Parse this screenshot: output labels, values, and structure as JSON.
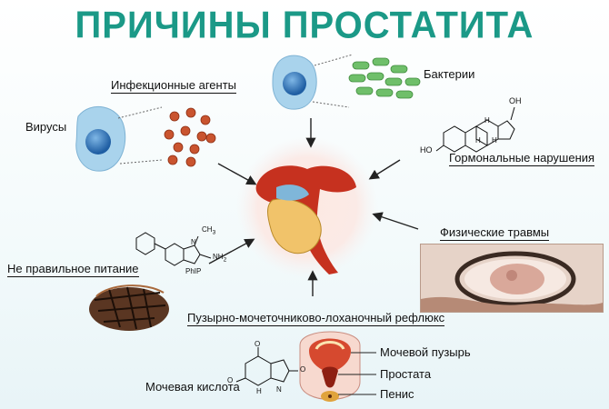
{
  "title": "ПРИЧИНЫ ПРОСТАТИТА",
  "labels": {
    "infectious_agents": "Инфекционные агенты",
    "bacteria": "Бактерии",
    "viruses": "Вирусы",
    "hormonal": "Гормональные нарушения",
    "physical_trauma": "Физические травмы",
    "bad_nutrition": "Не правильное питание",
    "reflux": "Пузырно-мочеточниково-лоханочный рефлюкс",
    "bladder": "Мочевой пузырь",
    "prostate": "Простата",
    "penis": "Пенис",
    "uric_acid": "Мочевая кислота"
  },
  "chem": {
    "oh_top": "OH",
    "ho_left": "HO",
    "h1": "H",
    "h2": "H",
    "h3": "H",
    "ch3": "CH",
    "ch3_sub": "3",
    "nh2": "NH",
    "nh2_sub": "2",
    "phip": "PhIP",
    "n": "N",
    "o1": "O",
    "o2": "O",
    "o3": "O",
    "hn": "H",
    "nh": "N"
  },
  "colors": {
    "title": "#1b9987",
    "cell": "#a9d3ec",
    "nucleus": "#2b6fb3",
    "bacteria": "#6fbf6a",
    "virus": "#c9542f",
    "prostate_red": "#c6311f"
  }
}
